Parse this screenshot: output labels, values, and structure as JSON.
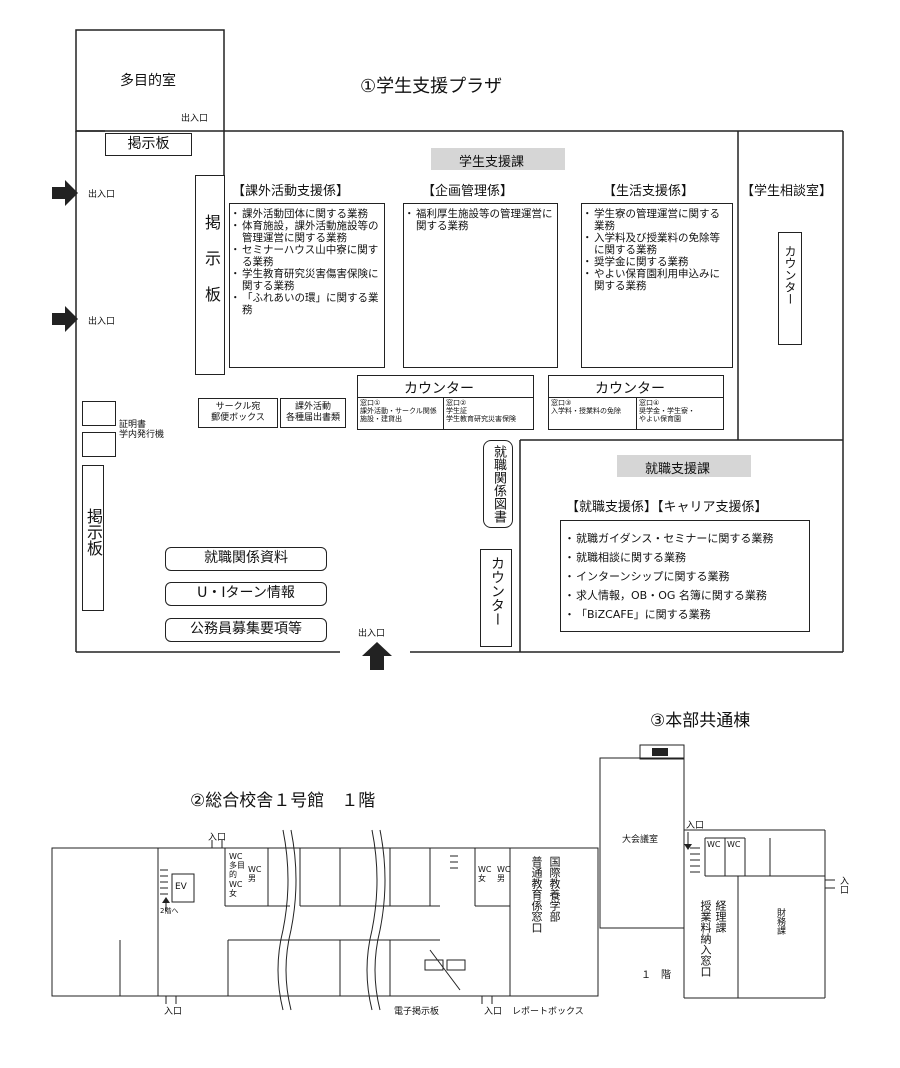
{
  "plaza": {
    "title": "①学生支援プラザ",
    "multipurpose_room": "多目的室",
    "entrance_label": "出入口",
    "notice_board": "掲示板",
    "notice_board_vertical": "掲示板",
    "student_support_division": "学生支援課",
    "extracurricular": {
      "title": "【課外活動支援係】",
      "duties": [
        "課外活動団体に関する業務",
        "体育施設，課外活動施設等の管理運営に関する業務",
        "セミナーハウス山中寮に関する業務",
        "学生教育研究災害傷害保険に関する業務",
        "「ふれあいの環」に関する業務"
      ]
    },
    "planning": {
      "title": "【企画管理係】",
      "duties": [
        "福利厚生施設等の管理運営に関する業務"
      ]
    },
    "living": {
      "title": "【生活支援係】",
      "duties": [
        "学生寮の管理運営に関する業務",
        "入学料及び授業料の免除等に関する業務",
        "奨学金に関する業務",
        "やよい保育園利用申込みに関する業務"
      ]
    },
    "consultation": {
      "title": "【学生相談室】",
      "counter": "カウンター"
    },
    "counter_label": "カウンター",
    "window1": {
      "label": "窓口①",
      "desc1": "課外活動・サークル関係",
      "desc2": "施設・建貸出"
    },
    "window2": {
      "label": "窓口②",
      "desc1": "学生証",
      "desc2": "学生教育研究災害保険"
    },
    "window3": {
      "label": "窓口③",
      "desc1": "入学料・授業料の免除"
    },
    "window4": {
      "label": "窓口④",
      "desc1": "奨学金・学生寮・",
      "desc2": "やよい保育園"
    },
    "circle_mailbox": {
      "line1": "サークル宛",
      "line2": "郵便ボックス"
    },
    "activity_forms": {
      "line1": "課外活動",
      "line2": "各種届出書類"
    },
    "certificate_machine": {
      "line1": "証明書",
      "line2": "学内発行機"
    },
    "job_library": "就職関係図書",
    "career_division": "就職支援課",
    "career_groups": "【就職支援係】【キャリア支援係】",
    "career_duties": [
      "就職ガイダンス・セミナーに関する業務",
      "就職相談に関する業務",
      "インターンシップに関する業務",
      "求人情報，OB・OG 名簿に関する業務",
      "「BiZCAFE」に関する業務"
    ],
    "career_counter": "カウンター",
    "materials": [
      "就職関係資料",
      "U・Iターン情報",
      "公務員募集要項等"
    ]
  },
  "building2": {
    "title": "②総合校舎１号館　１階",
    "entrance": "入口",
    "ev": "EV",
    "to_2f": "2階へ",
    "wc_multi": "WC 多目的",
    "wc_male": "WC 男",
    "wc_female": "WC 女",
    "wc_female2": "WC 女",
    "wc_male2": "WC 男",
    "intl_window": "国際教養学部",
    "general_window": "普通教育係窓口",
    "e_board": "電子掲示板",
    "report_box": "レポートボックス"
  },
  "building3": {
    "title": "③本部共通棟",
    "conference_room": "大会議室",
    "entrance": "入口",
    "wc1": "WC",
    "wc2": "WC",
    "accounting": "経理課",
    "tuition_window": "授業料納入窓口",
    "finance": "財務課",
    "floor": "１　階"
  }
}
